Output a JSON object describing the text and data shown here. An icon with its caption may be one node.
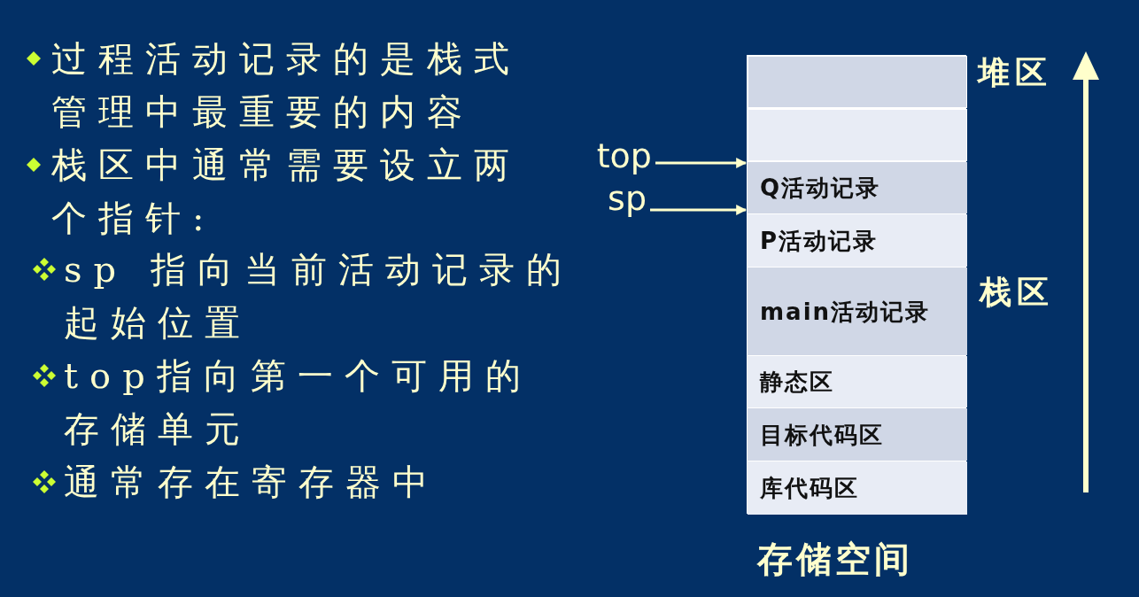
{
  "diagram": {
    "nodes": [
      {
        "text": [],
        "shape": "box",
        "beside": [
          "存储空间"
        ]
      },
      {
        "text": [],
        "shape": "box",
        "in": 0
      },
      {
        "text": [],
        "shape": "box",
        "in": 0
      },
      {
        "text": [
          "Q活动记录"
        ],
        "in": 0
      },
      {
        "text": [
          "P活动记录"
        ],
        "in": 0
      },
      {
        "text": [
          "main活动记录"
        ],
        "in": 0
      },
      {
        "text": [
          "静态区"
        ],
        "in": 0
      },
      {
        "text": [
          "目标代码区"
        ],
        "in": 0
      },
      {
        "text": [
          "库代码区"
        ],
        "in": 0
      },
      {
        "text": [
          "top"
        ]
      },
      {
        "text": [
          "sp"
        ]
      }
    ],
    "edges": [
      {
        "from": 9,
        "to": 3,
        "arrow": "to"
      },
      {
        "from": 10,
        "to": 3,
        "arrow": "to"
      }
    ],
    "labels": [
      "过程活动记录的是栈式管理中最重要的内容",
      "栈区中通常需要设立两个指针:",
      "sp 指向当前活动记录的起始位置",
      "top指向第一个可用的存储单元",
      "通常存在寄存器中",
      "堆区",
      "栈区"
    ]
  }
}
